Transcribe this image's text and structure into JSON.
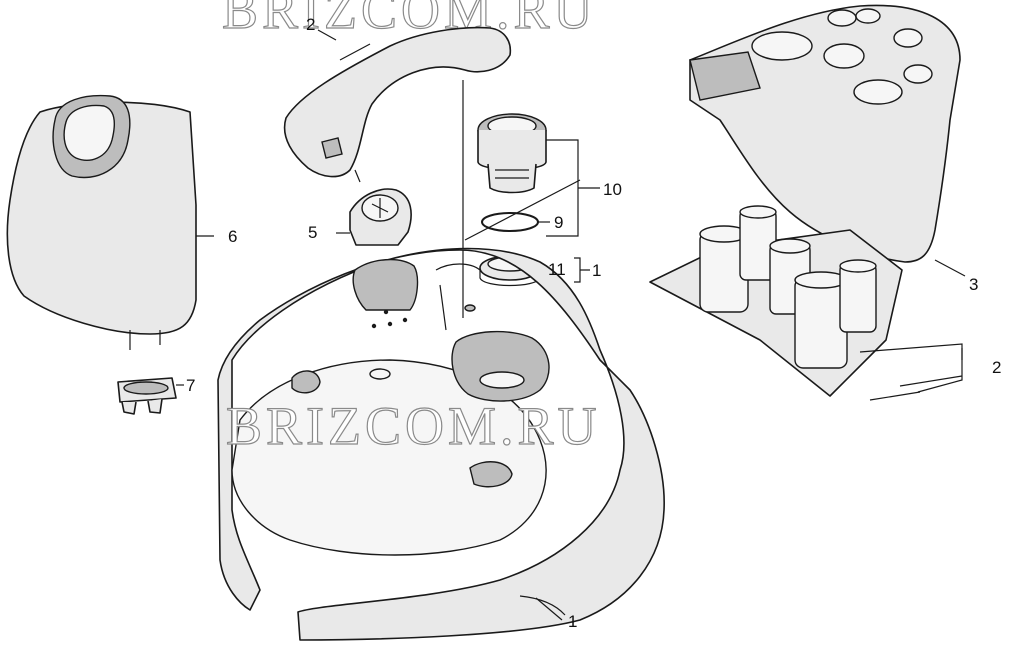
{
  "watermark": {
    "text": "BRIZCOM.RU"
  },
  "callouts": {
    "c1_base": "1",
    "c1_ring": "1",
    "c2_handle": "2",
    "c2_caddy": "2",
    "c3": "3",
    "c5": "5",
    "c6": "6",
    "c7": "7",
    "c9": "9",
    "c10": "10",
    "c11": "11"
  },
  "colors": {
    "stroke": "#1a1a1a",
    "fill": "#e9e9e9",
    "shade": "#bdbdbd",
    "watermark_outline": "#8a8a8a"
  }
}
